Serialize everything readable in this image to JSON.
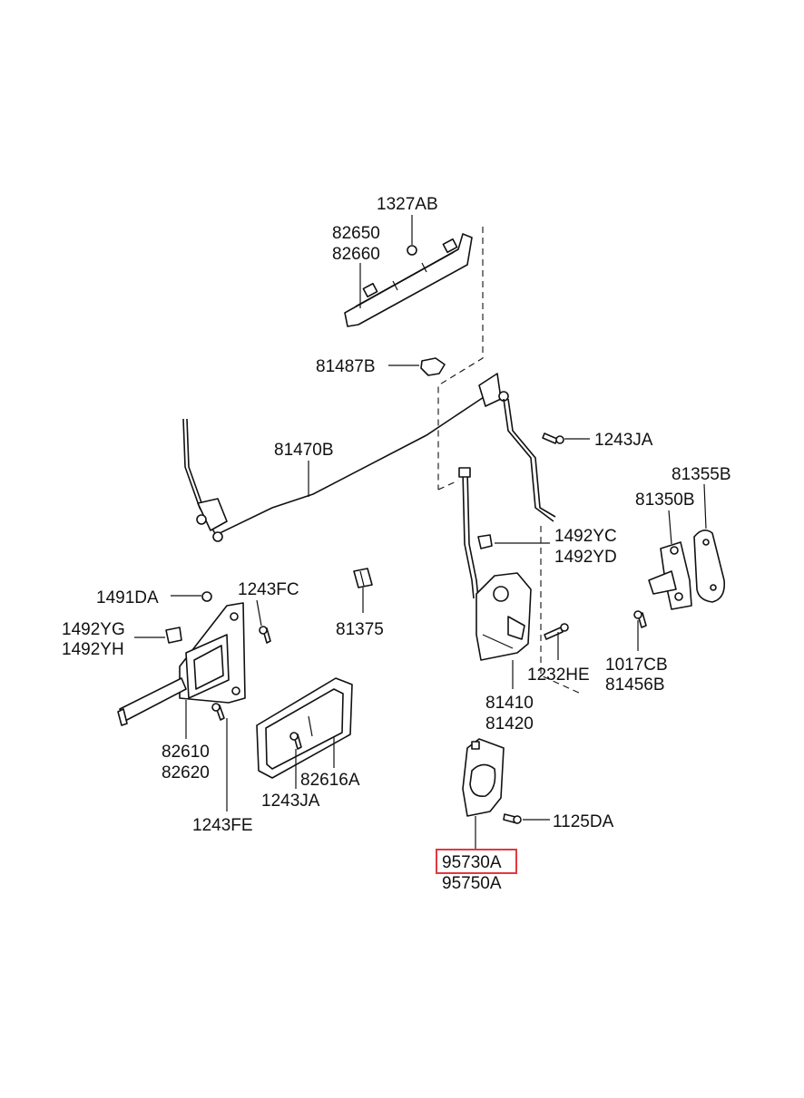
{
  "labels": {
    "p1327AB": "1327AB",
    "p82650": "82650",
    "p82660": "82660",
    "p81487B": "81487B",
    "p81470B": "81470B",
    "p1243JA_top": "1243JA",
    "p81355B": "81355B",
    "p81350B": "81350B",
    "p1492YC": "1492YC",
    "p1492YD": "1492YD",
    "p1491DA": "1491DA",
    "p1243FC": "1243FC",
    "p81375": "81375",
    "p1492YG": "1492YG",
    "p1492YH": "1492YH",
    "p1017CB": "1017CB",
    "p81456B": "81456B",
    "p1232HE": "1232HE",
    "p81410": "81410",
    "p81420": "81420",
    "p82610": "82610",
    "p82620": "82620",
    "p82616A": "82616A",
    "p1243JA_bottom": "1243JA",
    "p1243FE": "1243FE",
    "p1125DA": "1125DA",
    "p95730A": "95730A",
    "p95750A": "95750A"
  },
  "highlight": {
    "part": "95730A",
    "color": "#e0393e"
  }
}
